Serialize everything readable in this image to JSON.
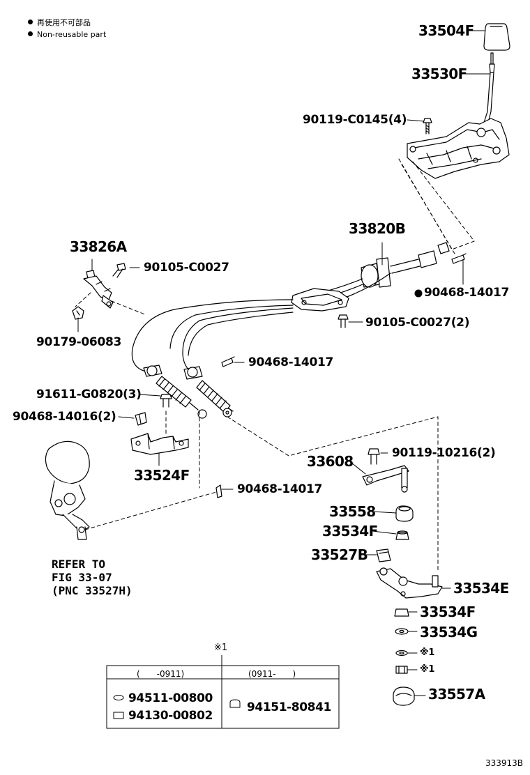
{
  "legend": {
    "line1": "再使用不可部品",
    "line2": "Non-reusable part"
  },
  "figure_id": "333913B",
  "refer": {
    "line1": "REFER TO",
    "line2": "FIG 33-07",
    "line3": "(PNC 33527H)"
  },
  "labels": {
    "p33504F": "33504F",
    "p33530F": "33530F",
    "p90119_C0145": "90119-C0145(4)",
    "p33820B": "33820B",
    "p33826A": "33826A",
    "p90105_C0027": "90105-C0027",
    "p90468_14017_a": "90468-14017",
    "p90105_C0027_2": "90105-C0027(2)",
    "p90179_06083": "90179-06083",
    "p90468_14017_b": "90468-14017",
    "p91611_G0820": "91611-G0820(3)",
    "p90468_14016": "90468-14016(2)",
    "p33524F": "33524F",
    "p90468_14017_c": "90468-14017",
    "p33608": "33608",
    "p90119_10216": "90119-10216(2)",
    "p33558": "33558",
    "p33534F_a": "33534F",
    "p33527B": "33527B",
    "p33534E": "33534E",
    "p33534F_b": "33534F",
    "p33534G": "33534G",
    "note1_a": "※1",
    "note1_b": "※1",
    "p33557A": "33557A"
  },
  "table": {
    "note": "※1",
    "col1_header": "(　　-0911)",
    "col2_header": "(0911-　　)",
    "col1_part1": "94511-00800",
    "col1_part2": "94130-00802",
    "col2_part1": "94151-80841"
  }
}
